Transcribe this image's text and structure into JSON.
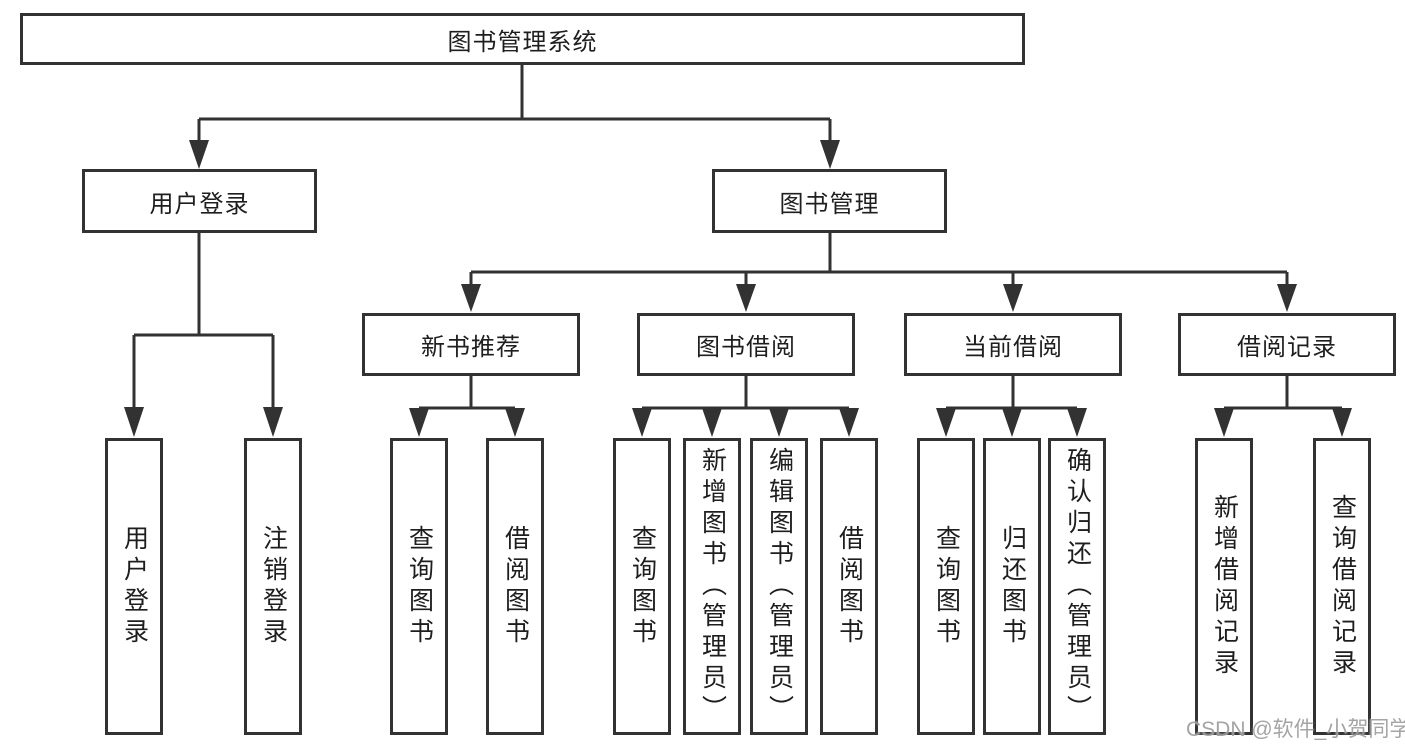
{
  "diagram": {
    "title": "图书管理系统",
    "branches": [
      {
        "label": "用户登录",
        "children": [
          {
            "label": "用户登录"
          },
          {
            "label": "注销登录"
          }
        ]
      },
      {
        "label": "图书管理",
        "children": [
          {
            "label": "新书推荐",
            "children": [
              {
                "label": "查询图书"
              },
              {
                "label": "借阅图书"
              }
            ]
          },
          {
            "label": "图书借阅",
            "children": [
              {
                "label": "查询图书"
              },
              {
                "label": "新增图书（管理员）"
              },
              {
                "label": "编辑图书（管理员）"
              },
              {
                "label": "借阅图书"
              }
            ]
          },
          {
            "label": "当前借阅",
            "children": [
              {
                "label": "查询图书"
              },
              {
                "label": "归还图书"
              },
              {
                "label": "确认归还（管理员）"
              }
            ]
          },
          {
            "label": "借阅记录",
            "children": [
              {
                "label": "新增借阅记录"
              },
              {
                "label": "查询借阅记录"
              }
            ]
          }
        ]
      }
    ]
  },
  "watermark": {
    "text": "CSDN @软件_小贺同学"
  },
  "colors": {
    "line": "#323232",
    "text": "#1e1e1e",
    "background": "#ffffff",
    "watermark": "#949494"
  }
}
